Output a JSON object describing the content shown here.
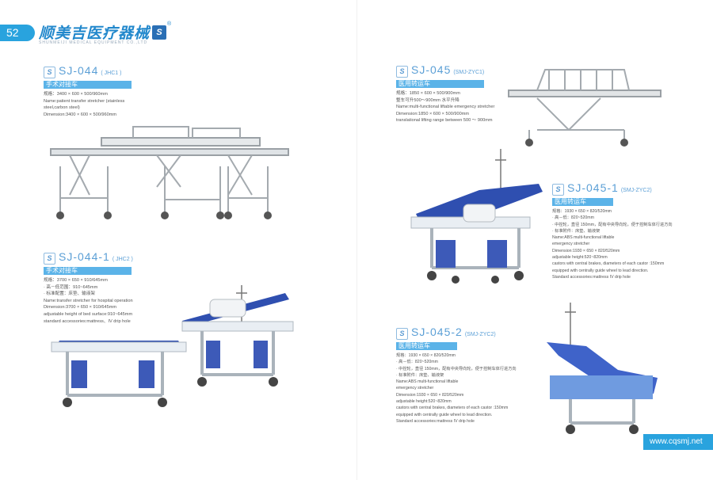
{
  "header": {
    "page_number": "52",
    "brand_name": "顺美吉医疗器械",
    "brand_sub": "SHUNMEIJI MEDICAL EQUIPMENT CO.,LTD",
    "logo_letters": "S",
    "registered": "®"
  },
  "products": [
    {
      "code": "SJ-044",
      "model": "( JHC1 )",
      "name_cn": "手术对接车",
      "specs": [
        "规格：3400 × 600 × 500/960mm",
        "Name:patient transfer stretcher (stainless",
        "      steel,carbon steel)",
        "Dimension:3400 × 600 × 500/960mm"
      ]
    },
    {
      "code": "SJ-045",
      "model": "(SMJ-ZYC1)",
      "name_cn": "医用转运车",
      "specs": [
        "规格：1850 × 600 × 500/900mm",
        "整车可升500～900mm 水平升降",
        "Name:multi-functional liftable emergency stretcher",
        "Dimension:1850 × 600 × 500/900mm",
        "translational lifting range between 500 ～ 900mm"
      ]
    },
    {
      "code": "SJ-044-1",
      "model": "( JHC2 )",
      "name_cn": "手术对接车",
      "specs": [
        "规格：3700 × 650 × 910/645mm",
        "· 高－低范围：910~645mm",
        "· 标准配置：床垫、输液架",
        "Name:transfer stretcher for hospital operation",
        "Dimension:3700 × 650 × 910/645mm",
        "adjustable height of bed surface:910~645mm",
        "standard accessories:mattress、IV drip hole"
      ]
    },
    {
      "code": "SJ-045-1",
      "model": "(SMJ-ZYC2)",
      "name_cn": "医用转运车",
      "specs": [
        "规格：1930 × 650 × 820/520mm",
        "· 高－低：820~520mm",
        "· 中控轮，直径 150mm，配有中央导向轮，便于控制车体行进方向",
        "· 标准附件：床垫、输液架",
        "Name:ABS multi-functional liftable",
        "emergency stretcher",
        "Dimension:1930 × 650 × 820/520mm",
        "adjustable height:520~820mm",
        "castors with central brakes, diameters of each castor :150mm",
        "equipped with centrally guide wheel to lead direction.",
        "Standard accessories:mattress IV drip hole"
      ]
    },
    {
      "code": "SJ-045-2",
      "model": "(SMJ-ZYC2)",
      "name_cn": "医用转运车",
      "specs": [
        "规格：1930 × 650 × 820/520mm",
        "· 高－低：820~520mm",
        "· 中控轮，直径 150mm，配有中央导向轮，便于控制车体行进方向",
        "· 标准附件：床垫、输液架",
        "Name:ABS multi-functional liftable",
        "emergency stretcher",
        "Dimension:1930 × 650 × 820/520mm",
        "adjustable height:520~820mm",
        "castors with central brakes, diameters of each castor :150mm",
        "equipped with centrally guide wheel to lead direction.",
        "Standard accessories:mattress IV drip hole"
      ]
    }
  ],
  "footer": {
    "website": "www.cqsmj.net"
  },
  "colors": {
    "accent": "#29a3de",
    "label_bar": "#5bb3e8",
    "code_text": "#5b9fd6",
    "mattress": "#2f4fb0"
  }
}
